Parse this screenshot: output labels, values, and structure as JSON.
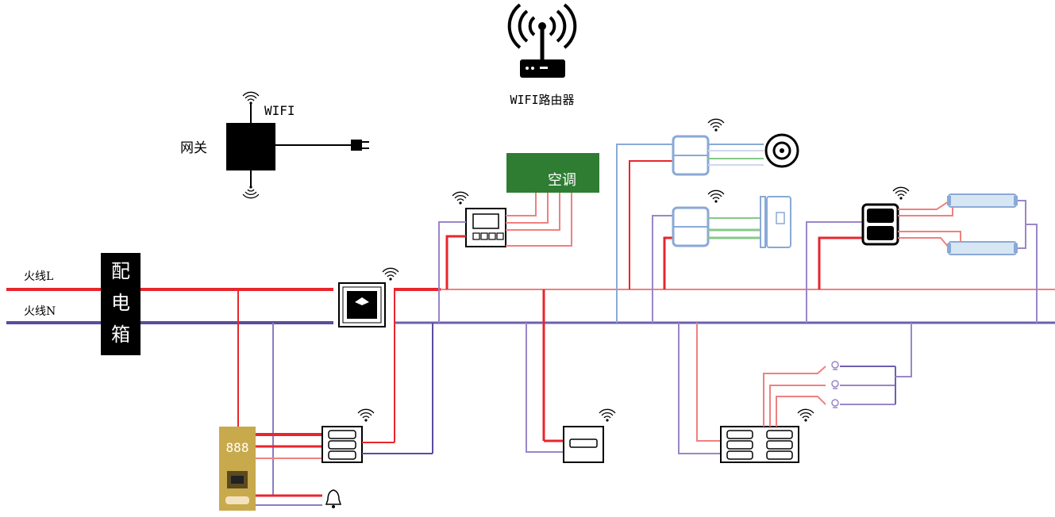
{
  "router": {
    "label": "WIFI路由器"
  },
  "gateway": {
    "label": "网关",
    "wifi_label": "WIFI"
  },
  "power_lines": {
    "live_label": "火线L",
    "neutral_label": "火线N"
  },
  "distribution_box": {
    "chars": [
      "配",
      "电",
      "箱"
    ]
  },
  "air_conditioner": {
    "label": "空调"
  },
  "door_panel": {
    "display": "888"
  },
  "colors": {
    "live": "#e8262c",
    "neutral": "#5c4b9e",
    "light_red": "#f08080",
    "light_purple": "#9a86c8",
    "light_blue": "#8aa9d6",
    "green_line": "#86c98a",
    "ac_green": "#2e7d32",
    "door_gold": "#c8a94c"
  }
}
